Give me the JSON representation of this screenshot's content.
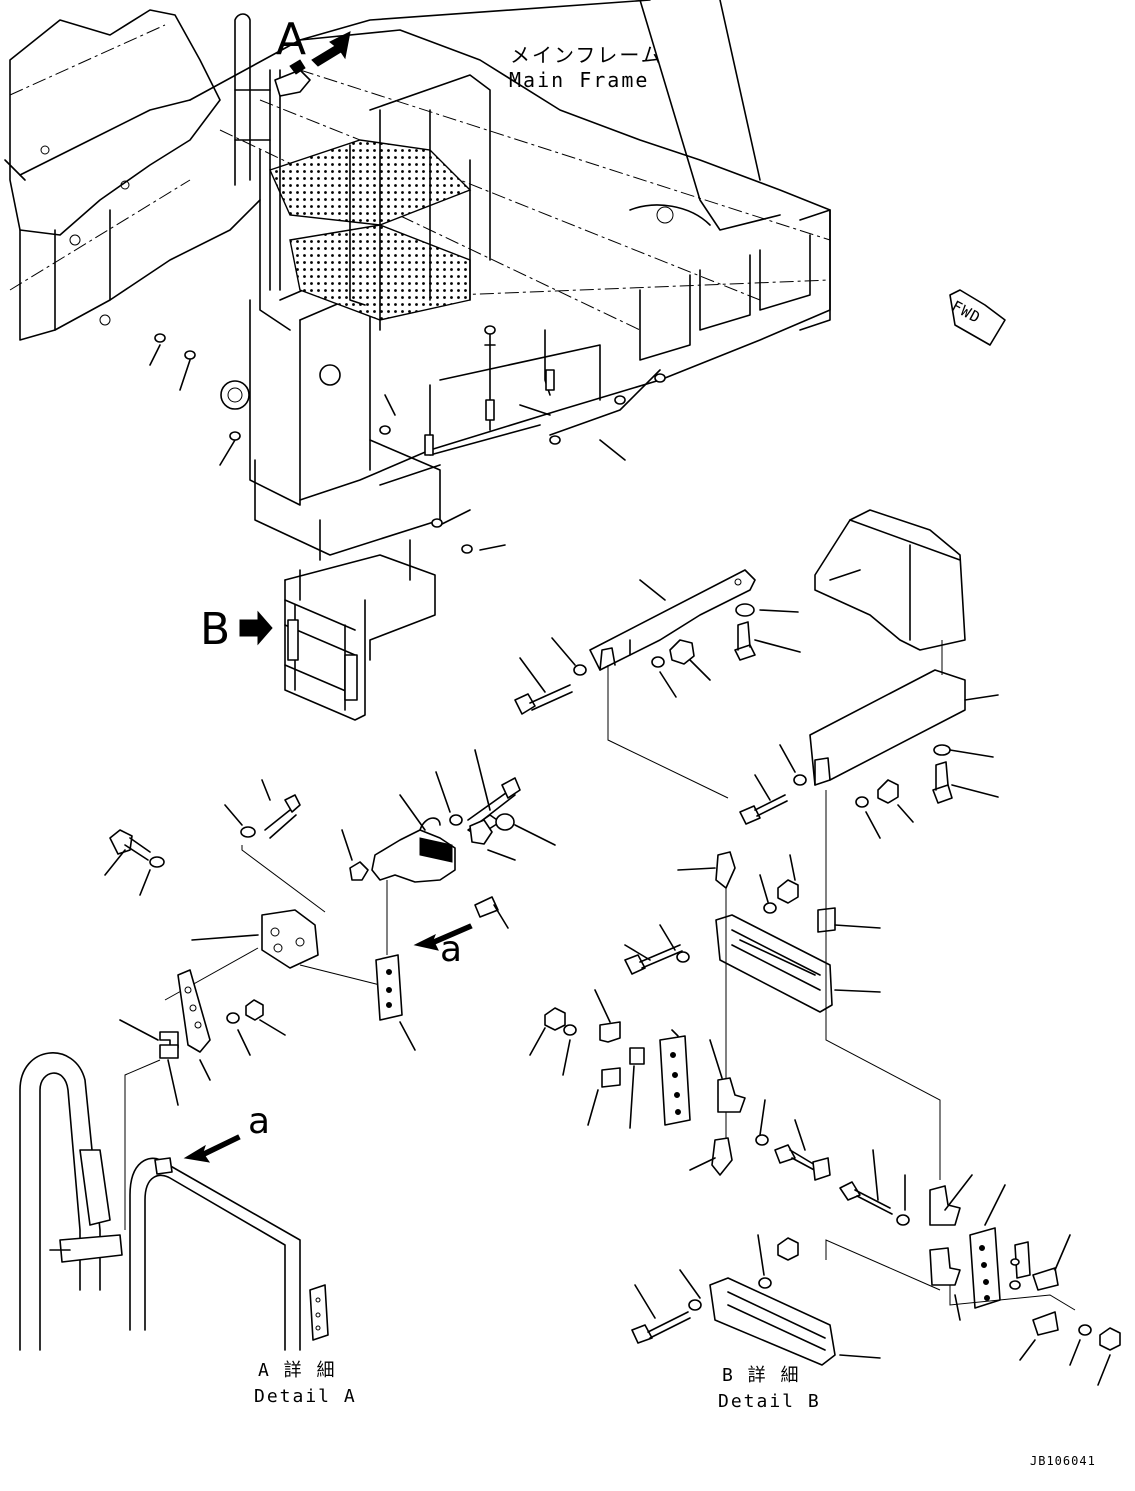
{
  "labels": {
    "view_a_marker": "A",
    "view_b_marker": "B",
    "main_frame_jp": "メインフレーム",
    "main_frame_en": "Main Frame",
    "fwd": "FWD",
    "arrow_a_upper": "a",
    "arrow_a_lower": "a",
    "detail_a_jp": "A 詳 細",
    "detail_a_en": "Detail A",
    "detail_b_jp": "B 詳 細",
    "detail_b_en": "Detail B",
    "drawing_number": "JB106041"
  },
  "colors": {
    "ink": "#000000",
    "paper": "#ffffff"
  }
}
